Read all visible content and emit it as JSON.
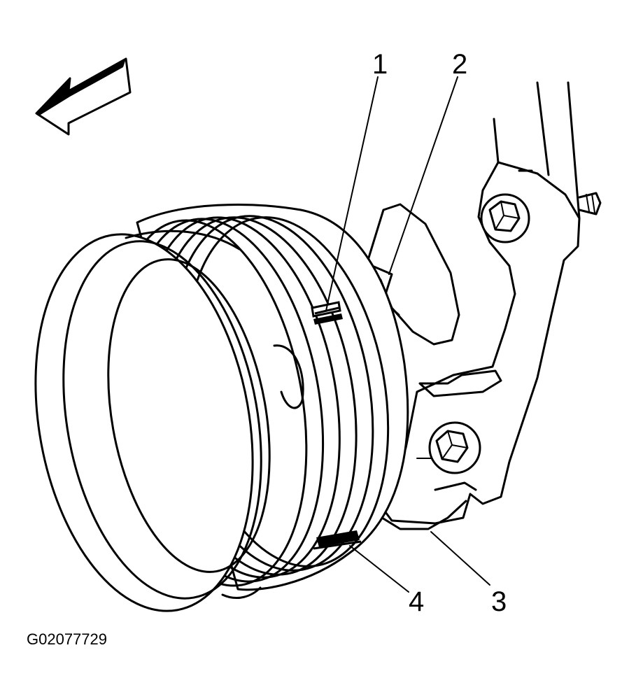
{
  "callouts": [
    {
      "number": "1"
    },
    {
      "number": "2"
    },
    {
      "number": "3"
    },
    {
      "number": "4"
    }
  ],
  "figure_code": "G02077729",
  "icons": {
    "direction_arrow": "front-direction-arrow-icon",
    "bolt": "bolt-icon"
  },
  "colors": {
    "line": "#000000",
    "background": "#ffffff"
  }
}
